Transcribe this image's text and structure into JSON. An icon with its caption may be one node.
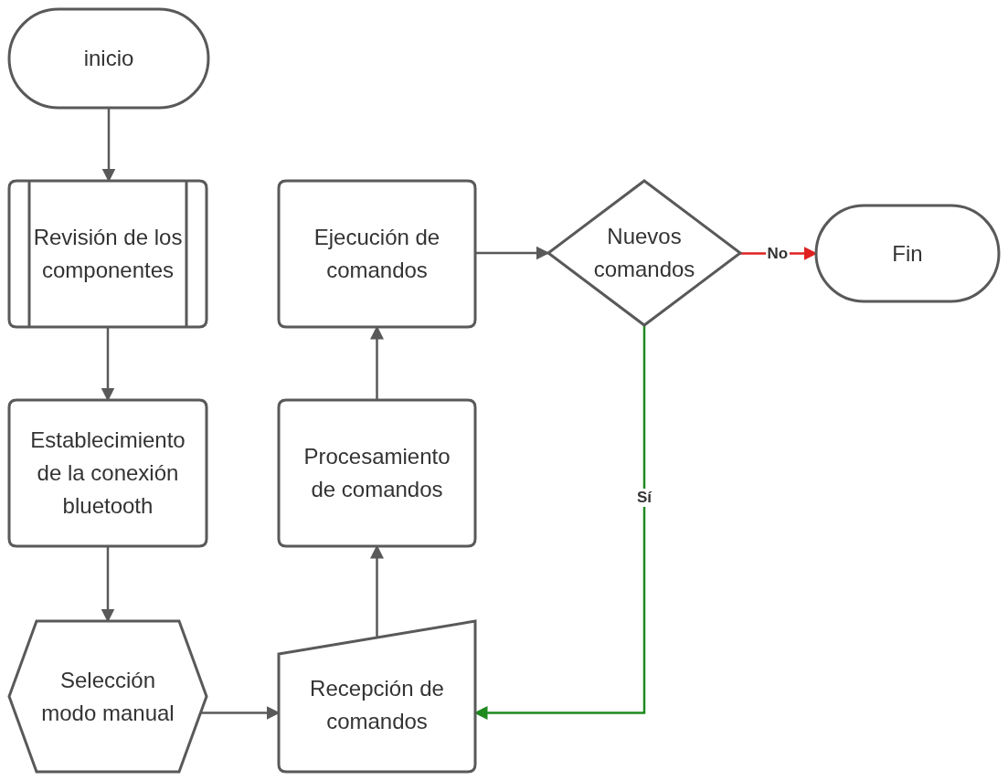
{
  "diagram": {
    "nodes": [
      {
        "text": [
          "inicio"
        ]
      },
      {
        "text": [
          "Revisión de los componentes"
        ]
      },
      {
        "text": [
          "Establecimiento de la conexión bluetooth"
        ]
      },
      {
        "text": [
          "Selección modo manual"
        ]
      },
      {
        "text": [
          "Recepción de comandos"
        ]
      },
      {
        "text": [
          "Procesamiento de comandos"
        ]
      },
      {
        "text": [
          "Ejecución de comandos"
        ]
      },
      {
        "text": [
          "Nuevos comandos"
        ]
      },
      {
        "text": [
          "Fin"
        ]
      }
    ],
    "edges": [
      {
        "from": 0,
        "to": 1,
        "arrow": "to"
      },
      {
        "from": 1,
        "to": 2,
        "arrow": "to"
      },
      {
        "from": 2,
        "to": 3,
        "arrow": "to"
      },
      {
        "from": 3,
        "to": 4,
        "arrow": "to"
      },
      {
        "from": 4,
        "to": 5,
        "arrow": "to"
      },
      {
        "from": 5,
        "to": 6,
        "arrow": "to"
      },
      {
        "from": 6,
        "to": 7,
        "arrow": "to"
      },
      {
        "from": 7,
        "to": 8,
        "arrow": "to",
        "label": "No",
        "color": "#e02020"
      },
      {
        "from": 7,
        "to": 4,
        "arrow": "to",
        "label": "Sí",
        "color": "#1e8a1e"
      }
    ]
  }
}
